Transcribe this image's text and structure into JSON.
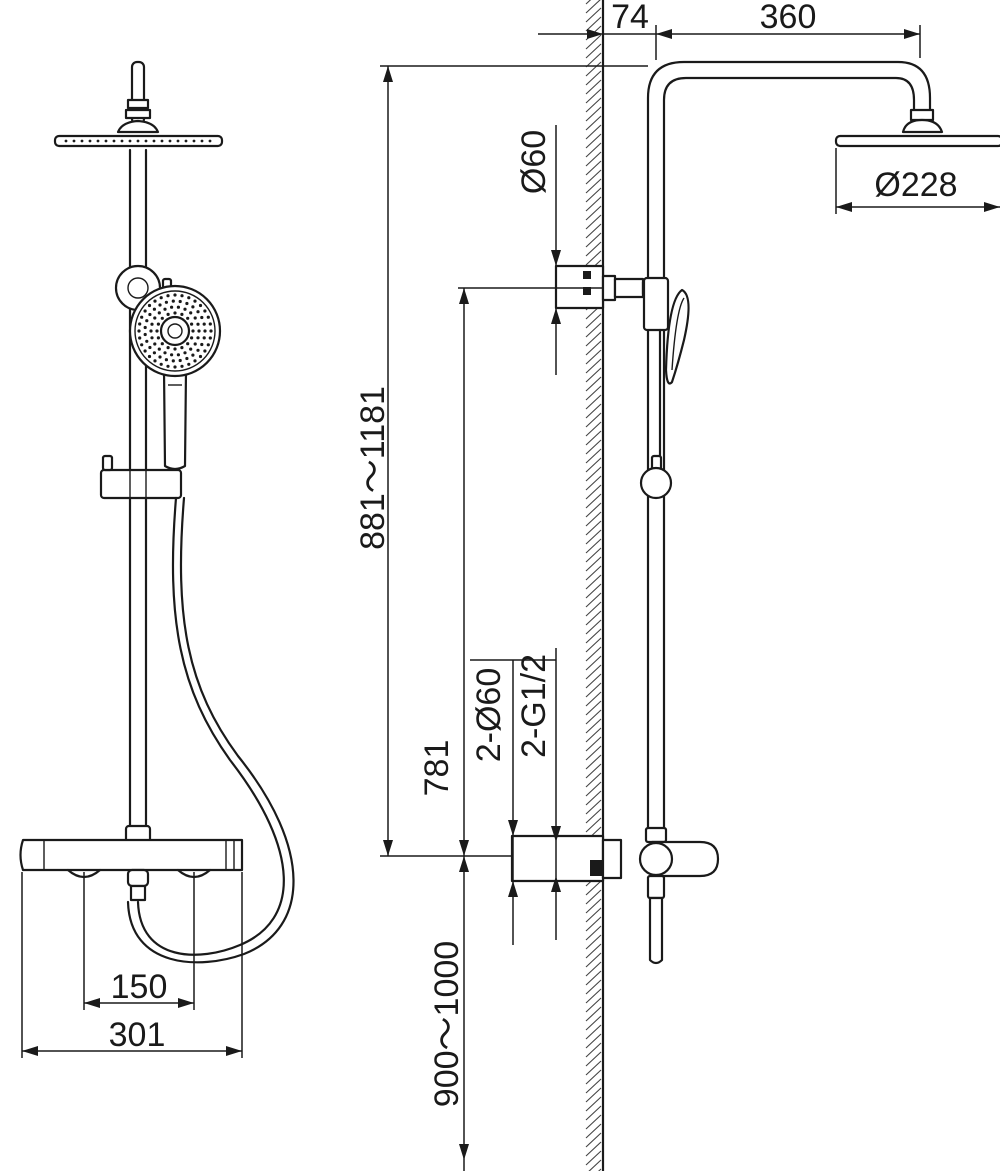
{
  "dimensions": {
    "wall_offset": "74",
    "arm_reach": "360",
    "head_diameter": "Ø228",
    "bracket_diameter": "Ø60",
    "total_height": "881～1181",
    "bracket_height": "781",
    "mixer_height": "900～1000",
    "inlet_flange": "2-Ø60",
    "inlet_thread": "2-G1/2",
    "inlet_spacing": "150",
    "mixer_width": "301"
  }
}
